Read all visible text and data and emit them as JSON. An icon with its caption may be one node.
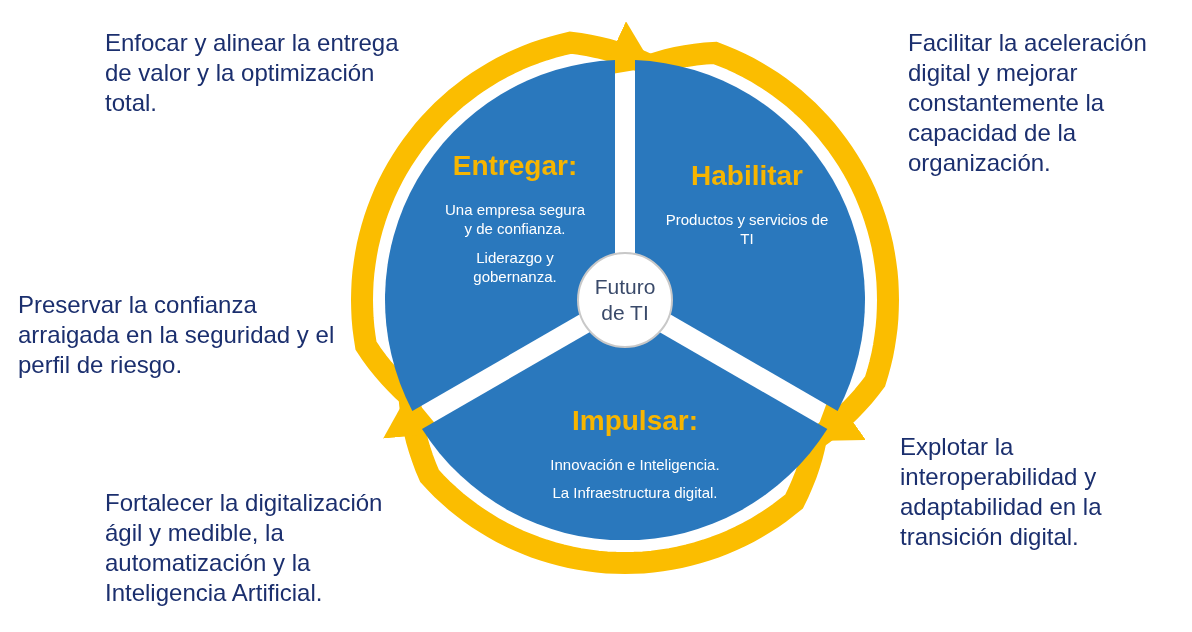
{
  "diagram": {
    "nodes": [
      {
        "text": [
          "Entregar:",
          "Una empresa segura y de confianza.",
          "Liderazgo y gobernanza."
        ]
      },
      {
        "text": [
          "Habilitar",
          "Productos y servicios de TI"
        ]
      },
      {
        "text": [
          "Futuro de TI"
        ]
      },
      {
        "text": [
          "Impulsar:",
          "Innovación e Inteligencia.",
          "La Infraestructura digital."
        ]
      }
    ],
    "edges": [
      {
        "from": 0,
        "to": 1,
        "arrow": "to"
      },
      {
        "from": 1,
        "to": 3,
        "arrow": "to"
      },
      {
        "from": 3,
        "to": 0,
        "arrow": "to"
      }
    ],
    "labels": [
      "Enfocar y alinear la entrega de valor y la optimización total.",
      "Facilitar la aceleración digital y mejorar constantemente la capacidad de la organización.",
      "Preservar la confianza arraigada en la seguridad y el perfil de riesgo.",
      "Explotar la interoperabilidad y adaptabilidad en la transición digital.",
      "Fortalecer la digitalización ágil y medible, la automatización y la Inteligencia Artificial."
    ]
  }
}
